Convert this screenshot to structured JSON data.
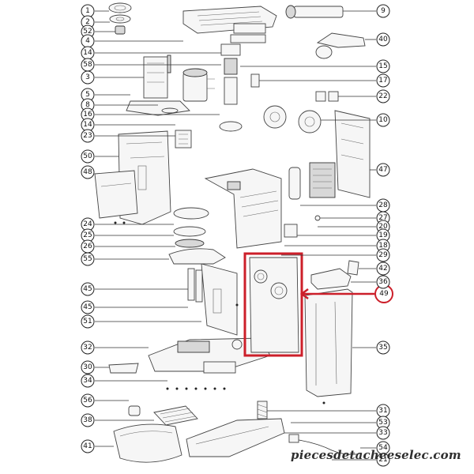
{
  "diagram": {
    "left_callouts": [
      "1",
      "2",
      "52",
      "4",
      "14",
      "58",
      "3",
      "5",
      "8",
      "16",
      "14",
      "23",
      "50",
      "48",
      "24",
      "25",
      "26",
      "55",
      "45",
      "45",
      "51",
      "32",
      "30",
      "34",
      "56",
      "38",
      "41"
    ],
    "right_callouts": [
      "9",
      "40",
      "15",
      "17",
      "22",
      "10",
      "47",
      "28",
      "27",
      "20",
      "19",
      "18",
      "29",
      "42",
      "36",
      "35",
      "31",
      "53",
      "33",
      "54",
      "21"
    ],
    "highlighted_part": "49",
    "highlight_color": "#cc1f2a"
  },
  "watermark": "piecesdetacheeselec.com"
}
